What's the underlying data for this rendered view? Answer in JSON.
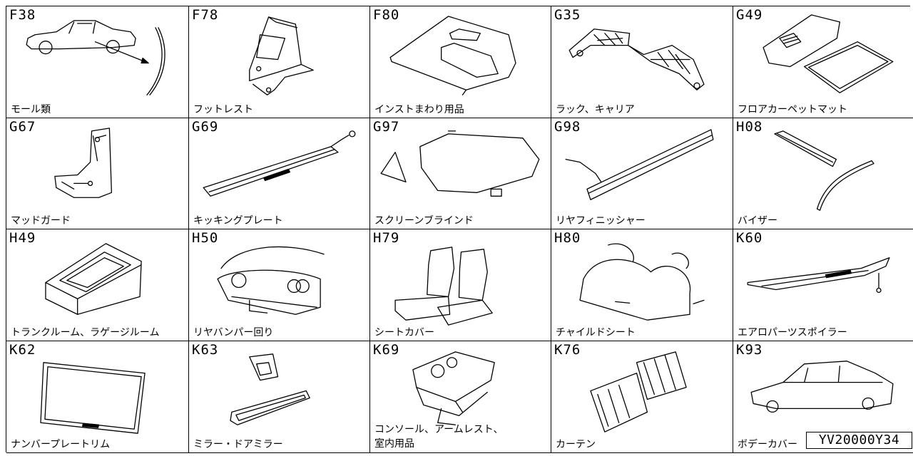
{
  "catalog_id": "YV20000Y34",
  "items": [
    {
      "code": "F38",
      "label": "モール類",
      "icon": "molding-icon"
    },
    {
      "code": "F78",
      "label": "フットレスト",
      "icon": "footrest-icon"
    },
    {
      "code": "F80",
      "label": "インストまわり用品",
      "icon": "dashboard-panel-icon"
    },
    {
      "code": "G35",
      "label": "ラック、キャリア",
      "icon": "roof-rack-icon"
    },
    {
      "code": "G49",
      "label": "フロアカーペットマット",
      "icon": "floor-mat-icon"
    },
    {
      "code": "G67",
      "label": "マッドガード",
      "icon": "mudguard-icon"
    },
    {
      "code": "G69",
      "label": "キッキングプレート",
      "icon": "kicking-plate-icon"
    },
    {
      "code": "G97",
      "label": "スクリーンブラインド",
      "icon": "screen-blind-icon"
    },
    {
      "code": "G98",
      "label": "リヤフィニッシャー",
      "icon": "rear-finisher-icon"
    },
    {
      "code": "H08",
      "label": "バイザー",
      "icon": "visor-icon"
    },
    {
      "code": "H49",
      "label": "トランクルーム、ラゲージルーム",
      "icon": "trunk-tray-icon"
    },
    {
      "code": "H50",
      "label": "リヤバンパー回り",
      "icon": "rear-bumper-icon"
    },
    {
      "code": "H79",
      "label": "シートカバー",
      "icon": "seat-cover-icon"
    },
    {
      "code": "H80",
      "label": "チャイルドシート",
      "icon": "child-seat-icon"
    },
    {
      "code": "K60",
      "label": "エアロパーツスポイラー",
      "icon": "spoiler-icon"
    },
    {
      "code": "K62",
      "label": "ナンバープレートリム",
      "icon": "license-plate-rim-icon"
    },
    {
      "code": "K63",
      "label": "ミラー・ドアミラー",
      "icon": "mirror-icon"
    },
    {
      "code": "K69",
      "label": "コンソール、アームレスト、\n室内用品",
      "icon": "console-icon"
    },
    {
      "code": "K76",
      "label": "カーテン",
      "icon": "curtain-icon"
    },
    {
      "code": "K93",
      "label": "ボデーカバー",
      "icon": "body-cover-icon"
    }
  ]
}
